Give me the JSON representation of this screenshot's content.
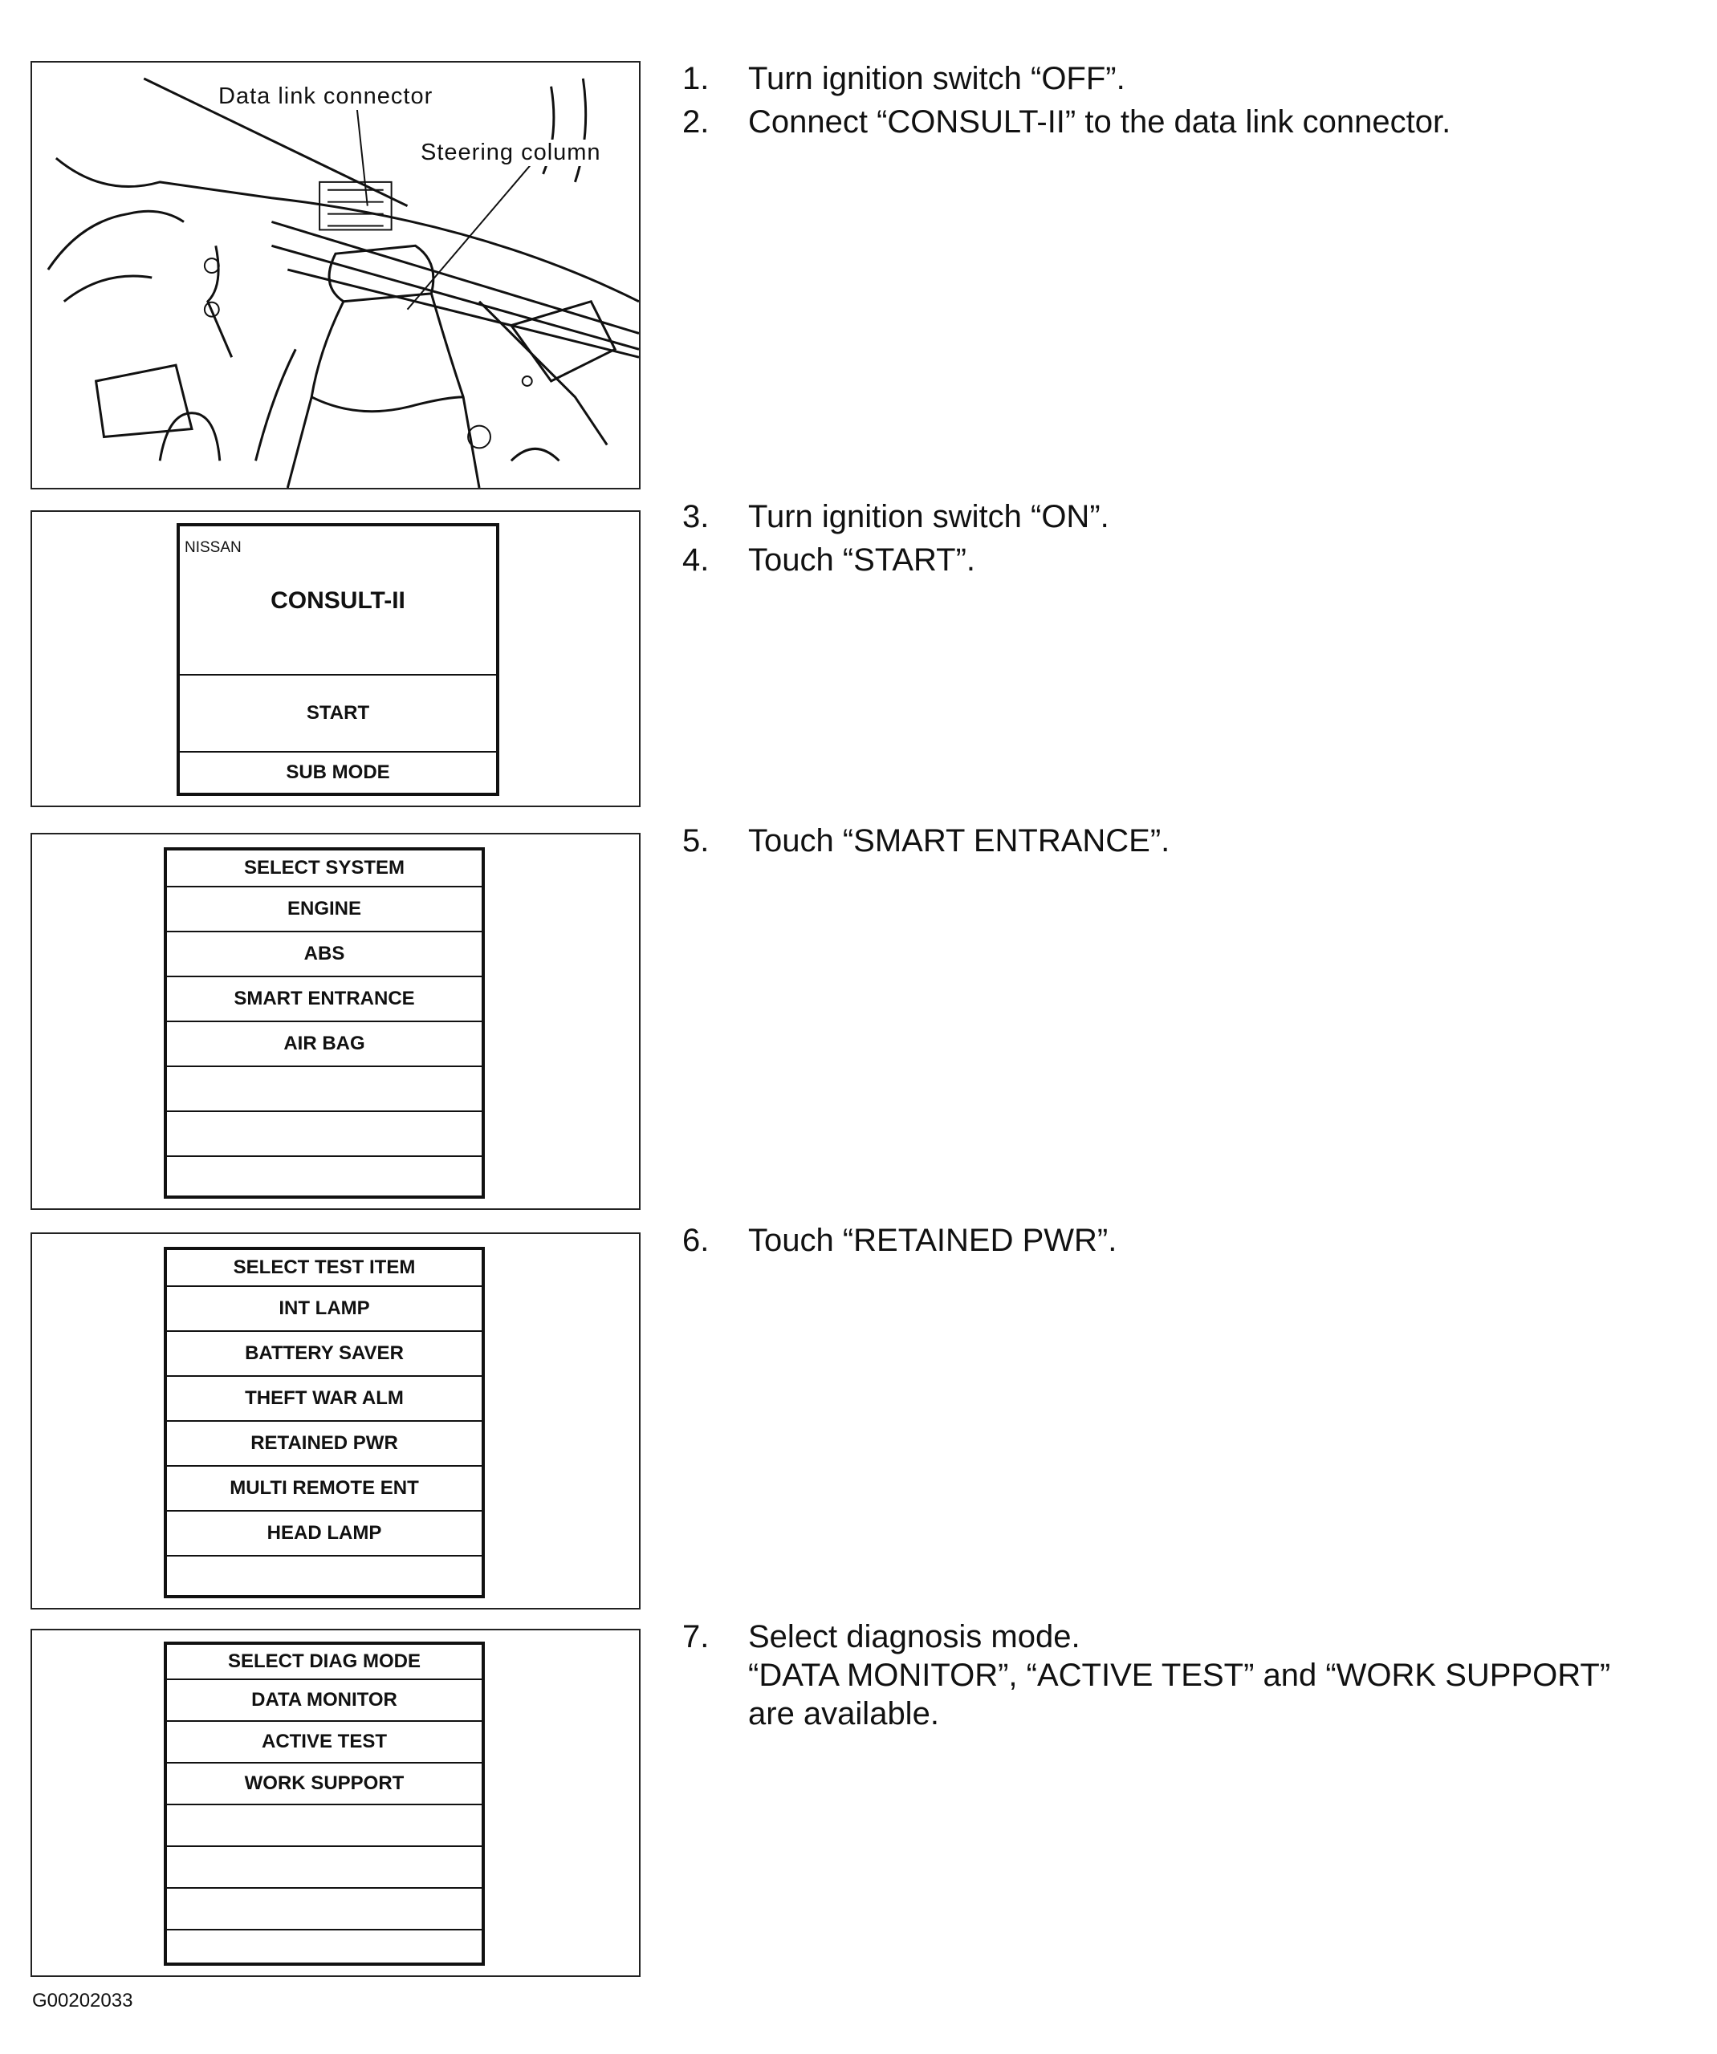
{
  "illustration": {
    "labels": {
      "data_link_connector": "Data link connector",
      "steering_column": "Steering column"
    }
  },
  "consult_screen": {
    "brand": "NISSAN",
    "title": "CONSULT-II",
    "buttons": [
      "START",
      "SUB MODE"
    ]
  },
  "select_system_screen": {
    "header": "SELECT SYSTEM",
    "items": [
      "ENGINE",
      "ABS",
      "SMART ENTRANCE",
      "AIR BAG",
      "",
      "",
      ""
    ]
  },
  "select_test_item_screen": {
    "header": "SELECT TEST ITEM",
    "items": [
      "INT LAMP",
      "BATTERY SAVER",
      "THEFT WAR ALM",
      "RETAINED PWR",
      "MULTI REMOTE ENT",
      "HEAD LAMP",
      ""
    ]
  },
  "select_diag_mode_screen": {
    "header": "SELECT DIAG MODE",
    "items": [
      "DATA MONITOR",
      "ACTIVE TEST",
      "WORK SUPPORT",
      "",
      "",
      "",
      ""
    ]
  },
  "steps": [
    {
      "num": "1.",
      "text": "Turn ignition switch “OFF”."
    },
    {
      "num": "2.",
      "text": "Connect “CONSULT-II” to the data link connector."
    },
    {
      "num": "3.",
      "text": "Turn ignition switch “ON”."
    },
    {
      "num": "4.",
      "text": "Touch “START”."
    },
    {
      "num": "5.",
      "text": "Touch “SMART ENTRANCE”."
    },
    {
      "num": "6.",
      "text": "Touch “RETAINED PWR”."
    },
    {
      "num": "7.",
      "text": "Select diagnosis mode.",
      "continuation": "“DATA MONITOR”, “ACTIVE TEST” and “WORK SUPPORT”",
      "continuation2": "are available."
    }
  ],
  "figure_code": "G00202033"
}
